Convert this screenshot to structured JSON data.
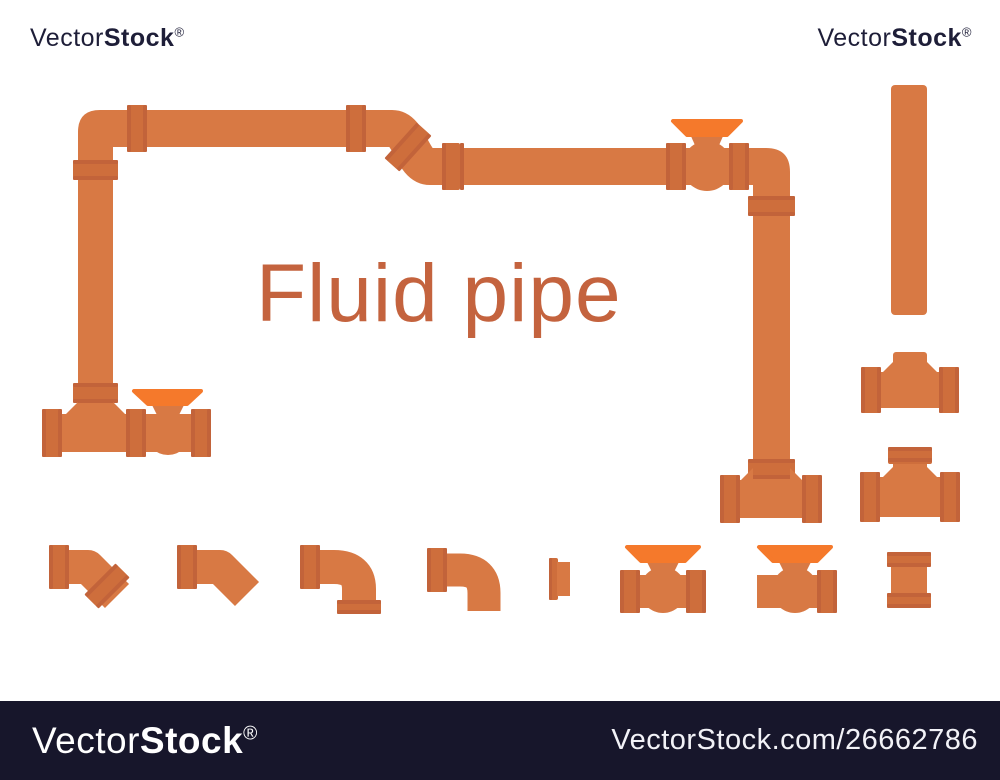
{
  "title": "Fluid pipe",
  "brand": {
    "name_light": "Vector",
    "name_bold": "Stock",
    "registered": "®"
  },
  "footer": {
    "credit": "VectorStock.com/26662786"
  },
  "colors": {
    "background": "#FFFFFF",
    "pipe": "#D87944",
    "coupling": "#CE6E3C",
    "coupling_rim": "#C2633A",
    "valve_handle": "#F5792B",
    "title": "#C4633E",
    "footer_bar": "#17162B",
    "footer_text": "#F2F2F7",
    "watermark_text": "#1E1E38"
  },
  "illustration": {
    "description": "Flat style fluid pipe fittings and connected pipeline set",
    "components": [
      "pipeline-assembly-with-valves",
      "straight-pipe",
      "tee-fitting",
      "tee-fitting-with-coupling",
      "elbow-45-with-coupling",
      "elbow-45",
      "elbow-90-with-coupling",
      "elbow-90",
      "pipe-end-cap",
      "ball-valve-with-two-couplings",
      "ball-valve-with-one-coupling",
      "pipe-coupling"
    ]
  }
}
